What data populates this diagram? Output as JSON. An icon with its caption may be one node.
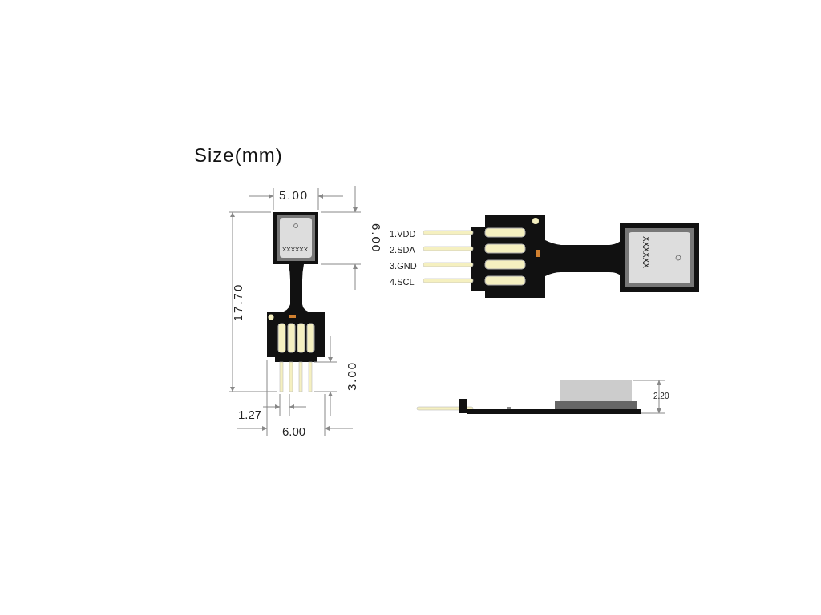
{
  "diagram": {
    "title": "Size(mm)",
    "labels": [
      "5.00",
      "6.00",
      "1.VDD",
      "2.SDA",
      "3.GND",
      "4.SCL",
      "XXXXXX",
      "XXXXXX",
      "17.70",
      "3.00",
      "2.20",
      "1.27",
      "6.00"
    ]
  }
}
